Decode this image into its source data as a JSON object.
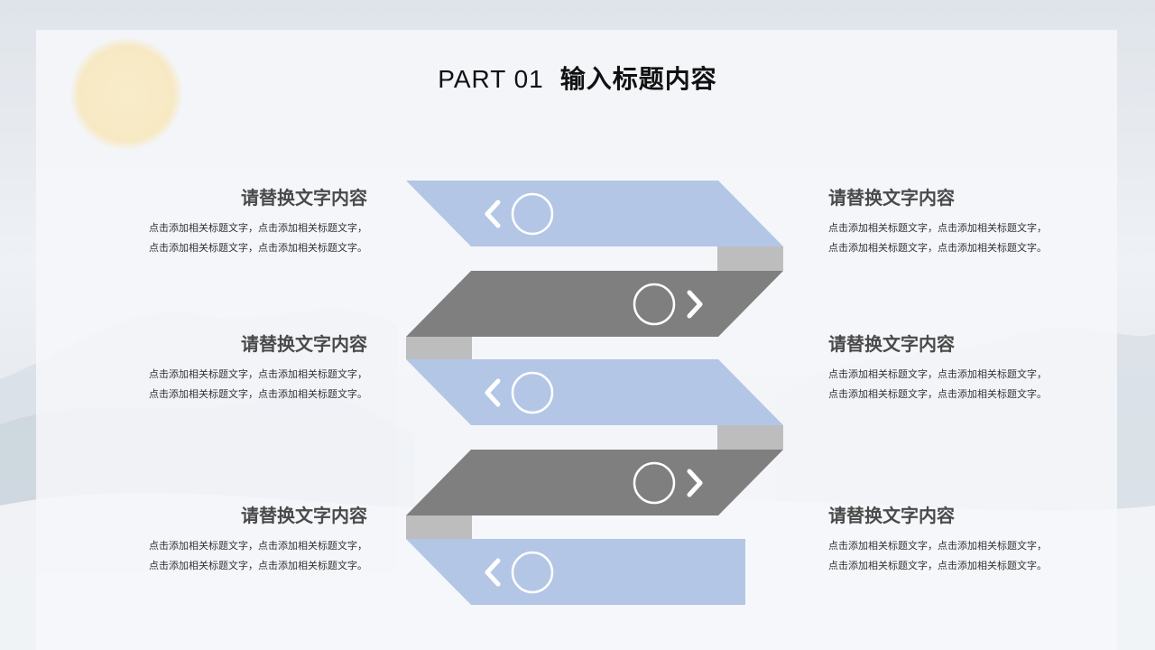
{
  "title": {
    "part": "PART 01",
    "heading": "输入标题内容"
  },
  "colors": {
    "blue_band": "#b3c6e6",
    "gray_band": "#7f7f7f",
    "fold": "#bdbdbd"
  },
  "bands": [
    {
      "color": "blue",
      "icon": "chevron-left"
    },
    {
      "color": "gray",
      "icon": "chevron-right"
    },
    {
      "color": "blue",
      "icon": "chevron-left"
    },
    {
      "color": "gray",
      "icon": "chevron-right"
    },
    {
      "color": "blue",
      "icon": "chevron-left"
    }
  ],
  "left_blocks": [
    {
      "title": "请替换文字内容",
      "body": "点击添加相关标题文字，点击添加相关标题文字，点击添加相关标题文字，点击添加相关标题文字。"
    },
    {
      "title": "请替换文字内容",
      "body": "点击添加相关标题文字，点击添加相关标题文字，点击添加相关标题文字，点击添加相关标题文字。"
    },
    {
      "title": "请替换文字内容",
      "body": "点击添加相关标题文字，点击添加相关标题文字，点击添加相关标题文字，点击添加相关标题文字。"
    }
  ],
  "right_blocks": [
    {
      "title": "请替换文字内容",
      "body": "点击添加相关标题文字，点击添加相关标题文字，点击添加相关标题文字，点击添加相关标题文字。"
    },
    {
      "title": "请替换文字内容",
      "body": "点击添加相关标题文字，点击添加相关标题文字，点击添加相关标题文字，点击添加相关标题文字。"
    },
    {
      "title": "请替换文字内容",
      "body": "点击添加相关标题文字，点击添加相关标题文字，点击添加相关标题文字，点击添加相关标题文字。"
    }
  ]
}
